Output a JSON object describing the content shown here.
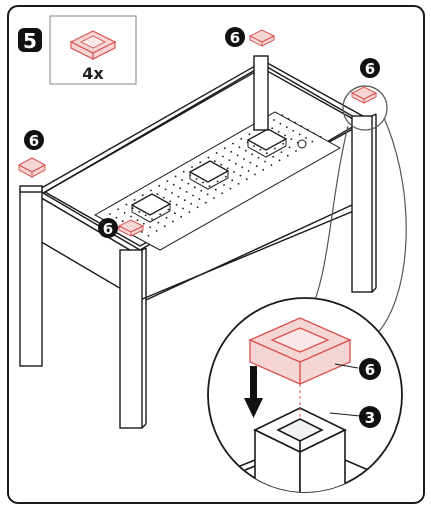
{
  "step": {
    "number": "5"
  },
  "part_box": {
    "quantity": "4x"
  },
  "callouts": {
    "cap_label": "6",
    "post_label": "3"
  },
  "colors": {
    "cap_fill": "#f6d5d5",
    "cap_stroke": "#d9534f",
    "ink": "#1a1a1a",
    "badge": "#111111"
  },
  "icons": [
    "step-badge-icon",
    "cap-part-icon",
    "down-arrow-icon",
    "magnifier-circle-icon"
  ]
}
